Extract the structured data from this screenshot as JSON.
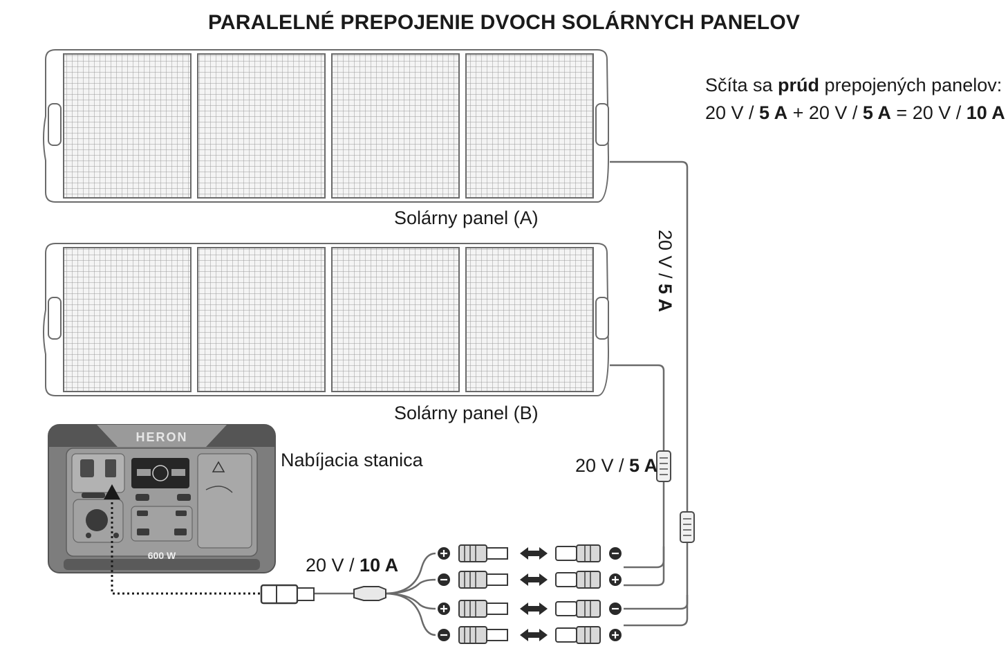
{
  "title": "PARALELNÉ PREPOJENIE DVOCH SOLÁRNYCH PANELOV",
  "note": {
    "line1_pre": "Sčíta sa ",
    "line1_bold": "prúd",
    "line1_post": " prepojených panelov:",
    "line2": {
      "part1_normal": "20 V / ",
      "part1_bold": "5 A",
      "plus": " + ",
      "part2_normal": "20 V / ",
      "part2_bold": "5 A",
      "equals": " = ",
      "part3_normal": "20 V / ",
      "part3_bold": "10 A"
    }
  },
  "panel_a_label": "Solárny panel (A)",
  "panel_b_label": "Solárny panel (B)",
  "station_label": "Nabíjacia stanica",
  "station_brand": "HERON",
  "station_power": "600 W",
  "cable_a": {
    "normal": "20 V / ",
    "bold": "5 A"
  },
  "cable_b": {
    "normal": "20 V / ",
    "bold": "5 A"
  },
  "cable_out": {
    "normal": "20 V / ",
    "bold": "10 A"
  },
  "colors": {
    "line": "#6a6a6a",
    "panel_fill": "#e9e9e9",
    "station_body": "#8b8b8b",
    "station_dark": "#3d3d3d",
    "text": "#1a1a1a"
  }
}
